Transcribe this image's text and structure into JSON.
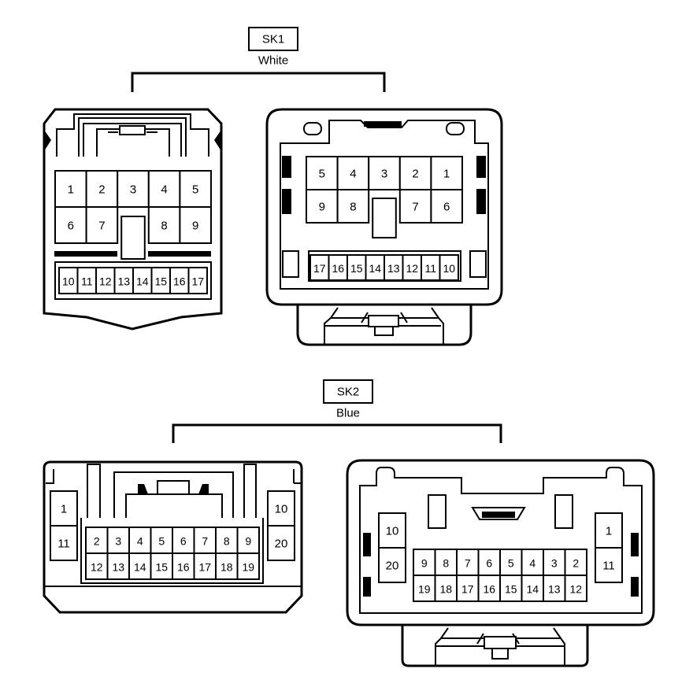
{
  "connectors": [
    {
      "name": "SK1",
      "color_label": "White",
      "left_view": {
        "big_rows": [
          [
            "1",
            "2",
            "3",
            "4",
            "5"
          ],
          [
            "6",
            "7",
            "",
            "8",
            "9"
          ]
        ],
        "small_row": [
          "10",
          "11",
          "12",
          "13",
          "14",
          "15",
          "16",
          "17"
        ]
      },
      "right_view": {
        "big_rows": [
          [
            "5",
            "4",
            "3",
            "2",
            "1"
          ],
          [
            "9",
            "8",
            "",
            "7",
            "6"
          ]
        ],
        "small_row": [
          "17",
          "16",
          "15",
          "14",
          "13",
          "12",
          "11",
          "10"
        ]
      }
    },
    {
      "name": "SK2",
      "color_label": "Blue",
      "left_view": {
        "left_col": [
          "1",
          "11"
        ],
        "right_col": [
          "10",
          "20"
        ],
        "rows": [
          [
            "2",
            "3",
            "4",
            "5",
            "6",
            "7",
            "8",
            "9"
          ],
          [
            "12",
            "13",
            "14",
            "15",
            "16",
            "17",
            "18",
            "19"
          ]
        ]
      },
      "right_view": {
        "left_col": [
          "10",
          "20"
        ],
        "right_col": [
          "1",
          "11"
        ],
        "rows": [
          [
            "9",
            "8",
            "7",
            "6",
            "5",
            "4",
            "3",
            "2"
          ],
          [
            "19",
            "18",
            "17",
            "16",
            "15",
            "14",
            "13",
            "12"
          ]
        ]
      }
    }
  ]
}
